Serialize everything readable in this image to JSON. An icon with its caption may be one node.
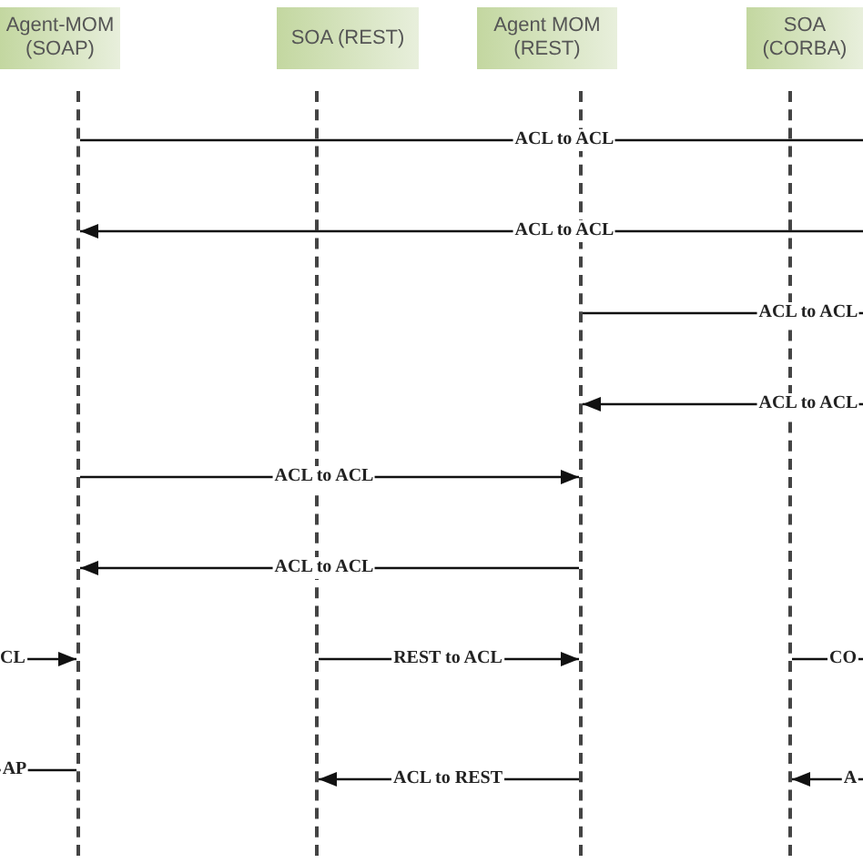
{
  "diagram": {
    "nodes": [
      {
        "text": [
          "Agent-MOM (SOAP)"
        ]
      },
      {
        "text": [
          "SOA (REST)"
        ]
      },
      {
        "text": [
          "Agent MOM (REST)"
        ]
      },
      {
        "text": [
          "SOA (CORBA)"
        ]
      },
      {
        "text": [],
        "shape": "line"
      },
      {
        "text": [],
        "shape": "line"
      },
      {
        "text": [],
        "shape": "line"
      },
      {
        "text": [],
        "shape": "line"
      }
    ],
    "edges": [
      {
        "from": 4,
        "to": null,
        "arrow": "none",
        "label": "ACL to ACL"
      },
      {
        "from": null,
        "to": 4,
        "arrow": "to",
        "label": "ACL to ACL"
      },
      {
        "from": 6,
        "to": null,
        "arrow": "none",
        "label": "ACL to ACL"
      },
      {
        "from": null,
        "to": 6,
        "arrow": "to",
        "label": "ACL to ACL"
      },
      {
        "from": 4,
        "to": 6,
        "arrow": "to",
        "label": "ACL to ACL"
      },
      {
        "from": 6,
        "to": 4,
        "arrow": "to",
        "label": "ACL to ACL"
      },
      {
        "from": null,
        "to": 4,
        "arrow": "to",
        "label": "CL"
      },
      {
        "from": 5,
        "to": 6,
        "arrow": "to",
        "label": "REST to ACL"
      },
      {
        "from": 7,
        "to": null,
        "arrow": "none",
        "label": "CO"
      },
      {
        "from": 4,
        "to": null,
        "arrow": "none",
        "label": "AP"
      },
      {
        "from": 6,
        "to": 5,
        "arrow": "to",
        "label": "ACL to REST"
      },
      {
        "from": null,
        "to": 7,
        "arrow": "to",
        "label": "A"
      }
    ]
  }
}
